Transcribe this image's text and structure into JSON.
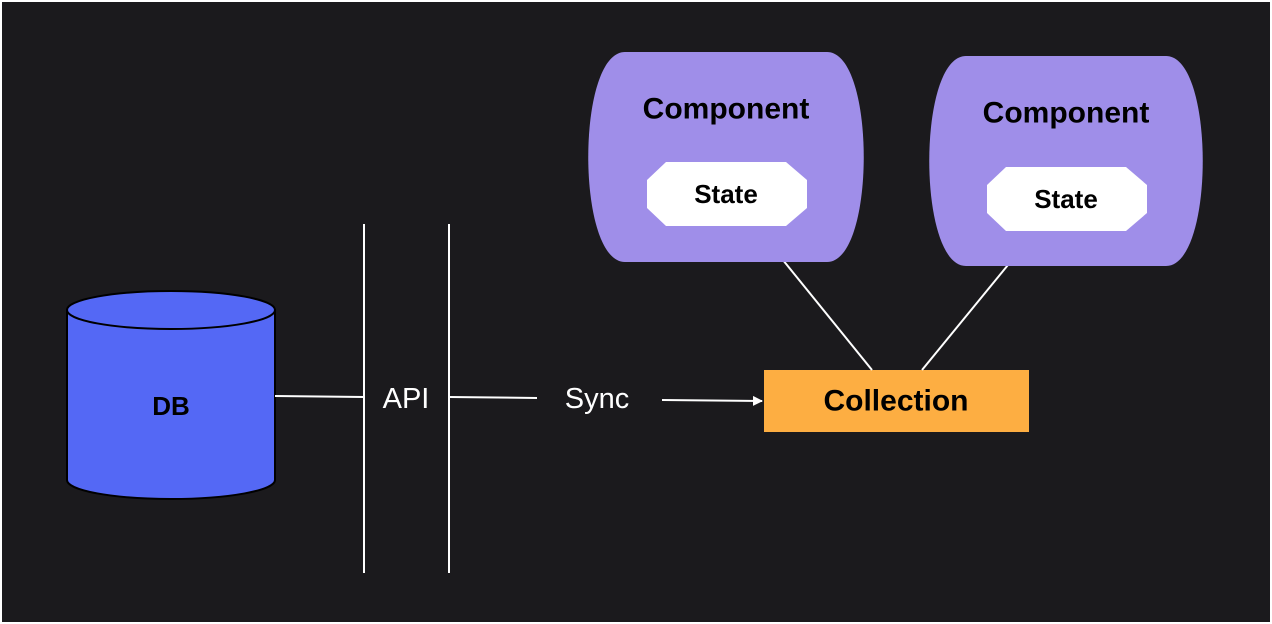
{
  "db": {
    "label": "DB"
  },
  "api": {
    "label": "API"
  },
  "sync": {
    "label": "Sync"
  },
  "collection": {
    "label": "Collection"
  },
  "components": [
    {
      "label": "Component",
      "state_label": "State"
    },
    {
      "label": "Component",
      "state_label": "State"
    }
  ],
  "colors": {
    "background": "#1b1a1d",
    "db_fill": "#5468f5",
    "component_fill": "#9f8ee9",
    "collection_fill": "#fdae42",
    "state_fill": "#ffffff",
    "lines": "#ffffff"
  }
}
